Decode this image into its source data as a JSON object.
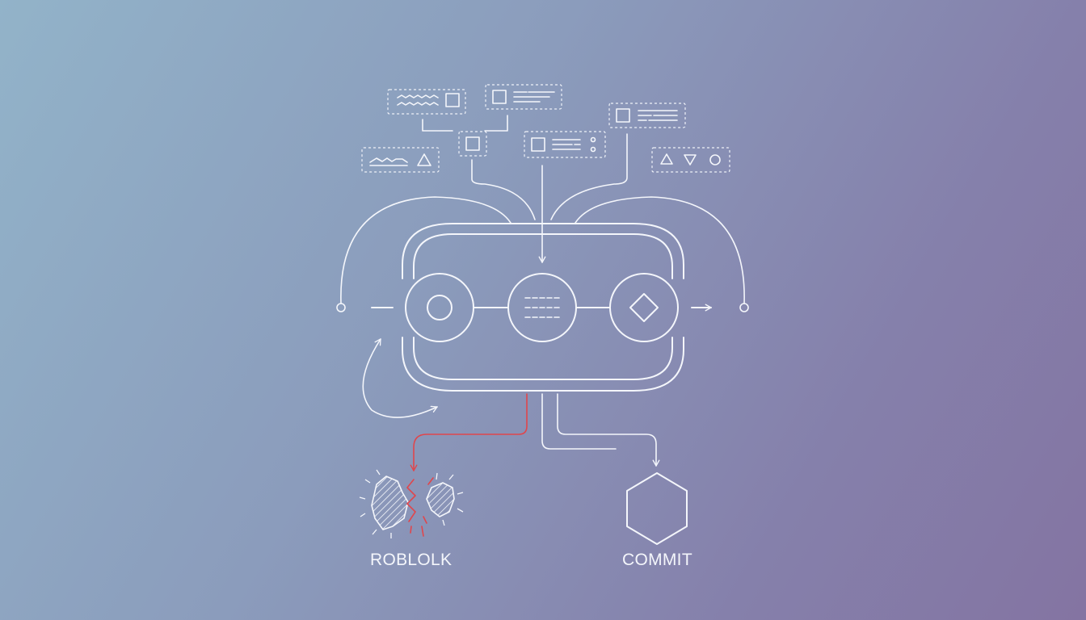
{
  "diagram": {
    "outcome_failure_label": "ROBLOLK",
    "outcome_success_label": "COMMIT",
    "colors": {
      "background_start": "#92b3c9",
      "background_end": "#8474a2",
      "line": "#f4f6fb",
      "failure_path": "#e0464c"
    },
    "icons": {
      "input_cards": [
        "wave-square-card",
        "square-text-card",
        "square-card",
        "square-text-dots-card",
        "square-text-card",
        "wave-triangle-card",
        "shapes-card"
      ],
      "stages": [
        "circle-icon",
        "lines-icon",
        "diamond-icon"
      ],
      "failure_outcome": "broken-gear-icon",
      "success_outcome": "hexagon-icon"
    }
  }
}
